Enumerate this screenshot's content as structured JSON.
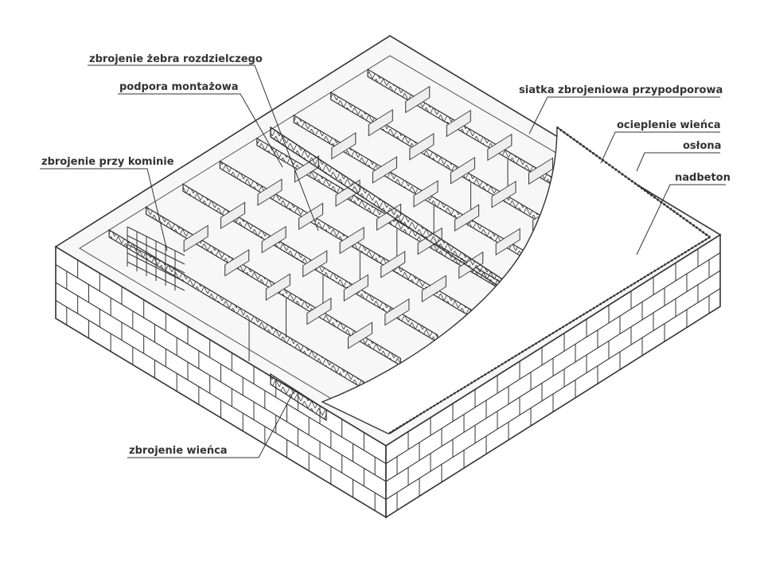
{
  "labels": {
    "rib_reinforcement": "zbrojenie żebra rozdzielczego",
    "mounting_support": "podpora montażowa",
    "chimney_reinforcement": "zbrojenie przy kominie",
    "support_mesh": "siatka zbrojeniowa przypodporowa",
    "rim_insulation": "ocieplenie wieńca",
    "cover": "osłona",
    "topping": "nadbeton",
    "rim_reinforcement": "zbrojenie wieńca"
  },
  "colors": {
    "ink": "#333333",
    "fill": "#ffffff",
    "shade": "#eeeeee"
  }
}
